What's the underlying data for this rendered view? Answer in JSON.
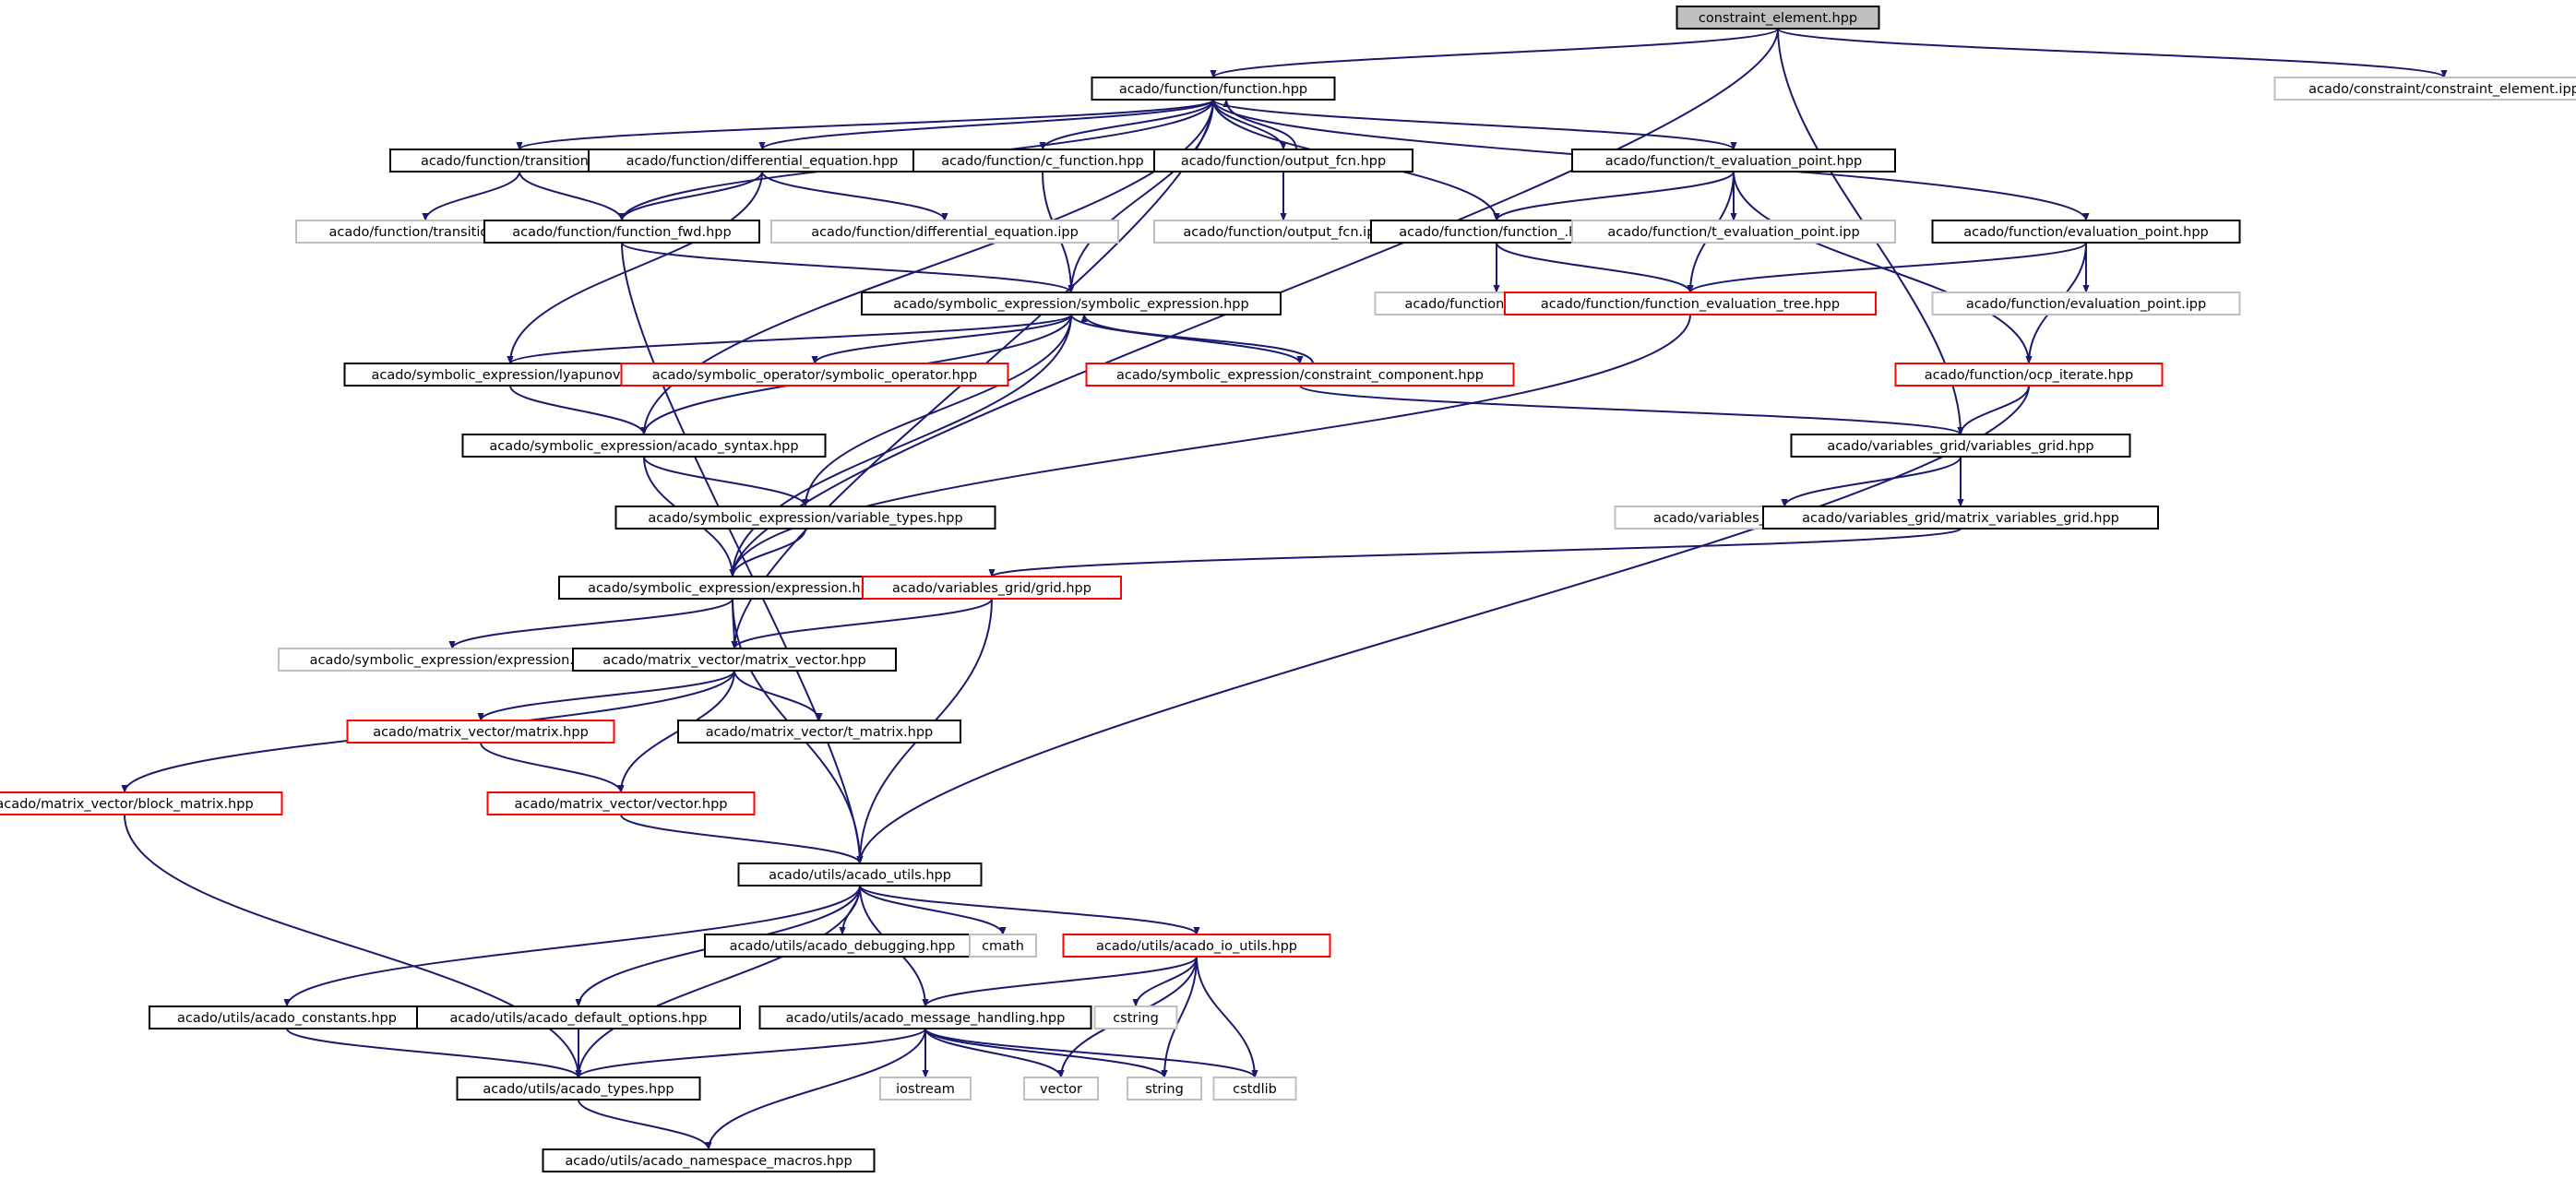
{
  "colors": {
    "edge": "#191970",
    "border_normal": "#000000",
    "border_truncated": "#ff0000",
    "border_external": "#bfbfbf",
    "fill_root": "#bfbfbf",
    "fill_normal": "#ffffff",
    "text": "#000000"
  },
  "nodes": [
    {
      "id": "ce",
      "label": "constraint_element.hpp",
      "kind": "root"
    },
    {
      "id": "fn",
      "label": "acado/function/function.hpp",
      "kind": "normal"
    },
    {
      "id": "ceipp",
      "label": "acado/constraint/constraint_element.ipp",
      "kind": "external"
    },
    {
      "id": "tr",
      "label": "acado/function/transition.hpp",
      "kind": "normal"
    },
    {
      "id": "de",
      "label": "acado/function/differential_equation.hpp",
      "kind": "normal"
    },
    {
      "id": "cf",
      "label": "acado/function/c_function.hpp",
      "kind": "normal"
    },
    {
      "id": "of",
      "label": "acado/function/output_fcn.hpp",
      "kind": "normal"
    },
    {
      "id": "tep",
      "label": "acado/function/t_evaluation_point.hpp",
      "kind": "normal"
    },
    {
      "id": "tripp",
      "label": "acado/function/transition.ipp",
      "kind": "external"
    },
    {
      "id": "ff",
      "label": "acado/function/function_fwd.hpp",
      "kind": "normal"
    },
    {
      "id": "deipp",
      "label": "acado/function/differential_equation.ipp",
      "kind": "external"
    },
    {
      "id": "ofipp",
      "label": "acado/function/output_fcn.ipp",
      "kind": "external"
    },
    {
      "id": "fu",
      "label": "acado/function/function_.hpp",
      "kind": "normal"
    },
    {
      "id": "tepipp",
      "label": "acado/function/t_evaluation_point.ipp",
      "kind": "external"
    },
    {
      "id": "ep",
      "label": "acado/function/evaluation_point.hpp",
      "kind": "normal"
    },
    {
      "id": "se",
      "label": "acado/symbolic_expression/symbolic_expression.hpp",
      "kind": "normal"
    },
    {
      "id": "fnipp",
      "label": "acado/function/function.ipp",
      "kind": "external"
    },
    {
      "id": "fet",
      "label": "acado/function/function_evaluation_tree.hpp",
      "kind": "truncated"
    },
    {
      "id": "epipp",
      "label": "acado/function/evaluation_point.ipp",
      "kind": "external"
    },
    {
      "id": "ly",
      "label": "acado/symbolic_expression/lyapunov.hpp",
      "kind": "normal"
    },
    {
      "id": "so",
      "label": "acado/symbolic_operator/symbolic_operator.hpp",
      "kind": "truncated"
    },
    {
      "id": "cc",
      "label": "acado/symbolic_expression/constraint_component.hpp",
      "kind": "truncated"
    },
    {
      "id": "oi",
      "label": "acado/function/ocp_iterate.hpp",
      "kind": "truncated"
    },
    {
      "id": "as",
      "label": "acado/symbolic_expression/acado_syntax.hpp",
      "kind": "normal"
    },
    {
      "id": "vg",
      "label": "acado/variables_grid/variables_grid.hpp",
      "kind": "normal"
    },
    {
      "id": "vt",
      "label": "acado/symbolic_expression/variable_types.hpp",
      "kind": "normal"
    },
    {
      "id": "vgipp",
      "label": "acado/variables_grid/variables_grid.ipp",
      "kind": "external"
    },
    {
      "id": "mvg",
      "label": "acado/variables_grid/matrix_variables_grid.hpp",
      "kind": "normal"
    },
    {
      "id": "ex",
      "label": "acado/symbolic_expression/expression.hpp",
      "kind": "normal"
    },
    {
      "id": "gr",
      "label": "acado/variables_grid/grid.hpp",
      "kind": "truncated"
    },
    {
      "id": "exipp",
      "label": "acado/symbolic_expression/expression.ipp",
      "kind": "external"
    },
    {
      "id": "mv",
      "label": "acado/matrix_vector/matrix_vector.hpp",
      "kind": "normal"
    },
    {
      "id": "mx",
      "label": "acado/matrix_vector/matrix.hpp",
      "kind": "truncated"
    },
    {
      "id": "tm",
      "label": "acado/matrix_vector/t_matrix.hpp",
      "kind": "normal"
    },
    {
      "id": "bm",
      "label": "acado/matrix_vector/block_matrix.hpp",
      "kind": "truncated"
    },
    {
      "id": "vc",
      "label": "acado/matrix_vector/vector.hpp",
      "kind": "truncated"
    },
    {
      "id": "au",
      "label": "acado/utils/acado_utils.hpp",
      "kind": "normal"
    },
    {
      "id": "ad",
      "label": "acado/utils/acado_debugging.hpp",
      "kind": "normal"
    },
    {
      "id": "cm",
      "label": "cmath",
      "kind": "external"
    },
    {
      "id": "aio",
      "label": "acado/utils/acado_io_utils.hpp",
      "kind": "truncated"
    },
    {
      "id": "ac",
      "label": "acado/utils/acado_constants.hpp",
      "kind": "normal"
    },
    {
      "id": "ado",
      "label": "acado/utils/acado_default_options.hpp",
      "kind": "normal"
    },
    {
      "id": "amh",
      "label": "acado/utils/acado_message_handling.hpp",
      "kind": "normal"
    },
    {
      "id": "cs",
      "label": "cstring",
      "kind": "external"
    },
    {
      "id": "at",
      "label": "acado/utils/acado_types.hpp",
      "kind": "normal"
    },
    {
      "id": "io",
      "label": "iostream",
      "kind": "external"
    },
    {
      "id": "ve",
      "label": "vector",
      "kind": "external"
    },
    {
      "id": "st",
      "label": "string",
      "kind": "external"
    },
    {
      "id": "cl",
      "label": "cstdlib",
      "kind": "external"
    },
    {
      "id": "anm",
      "label": "acado/utils/acado_namespace_macros.hpp",
      "kind": "normal"
    }
  ],
  "edges": [
    [
      "ce",
      "fn"
    ],
    [
      "ce",
      "ceipp"
    ],
    [
      "ce",
      "ex"
    ],
    [
      "ce",
      "vg"
    ],
    [
      "fn",
      "tr"
    ],
    [
      "fn",
      "de"
    ],
    [
      "fn",
      "cf"
    ],
    [
      "fn",
      "of"
    ],
    [
      "fn",
      "tep"
    ],
    [
      "fn",
      "ff"
    ],
    [
      "fn",
      "fu"
    ],
    [
      "fn",
      "ep"
    ],
    [
      "fn",
      "se"
    ],
    [
      "fn",
      "as"
    ],
    [
      "fn",
      "mv"
    ],
    [
      "of",
      "fn"
    ],
    [
      "of",
      "ofipp"
    ],
    [
      "tr",
      "tripp"
    ],
    [
      "tr",
      "ff"
    ],
    [
      "de",
      "ff"
    ],
    [
      "de",
      "deipp"
    ],
    [
      "de",
      "ly"
    ],
    [
      "cf",
      "se"
    ],
    [
      "tep",
      "fu"
    ],
    [
      "tep",
      "tepipp"
    ],
    [
      "tep",
      "fet"
    ],
    [
      "tep",
      "oi"
    ],
    [
      "ff",
      "se"
    ],
    [
      "ff",
      "au"
    ],
    [
      "fu",
      "fnipp"
    ],
    [
      "fu",
      "fet"
    ],
    [
      "ep",
      "epipp"
    ],
    [
      "ep",
      "fet"
    ],
    [
      "ep",
      "oi"
    ],
    [
      "se",
      "ly"
    ],
    [
      "se",
      "so"
    ],
    [
      "se",
      "cc"
    ],
    [
      "se",
      "as"
    ],
    [
      "se",
      "vt"
    ],
    [
      "se",
      "ex"
    ],
    [
      "cc",
      "se"
    ],
    [
      "cc",
      "vg"
    ],
    [
      "fet",
      "ex"
    ],
    [
      "oi",
      "vg"
    ],
    [
      "oi",
      "au"
    ],
    [
      "ly",
      "as"
    ],
    [
      "as",
      "vt"
    ],
    [
      "as",
      "ex"
    ],
    [
      "vt",
      "ex"
    ],
    [
      "vg",
      "vgipp"
    ],
    [
      "vg",
      "mvg"
    ],
    [
      "mvg",
      "gr"
    ],
    [
      "ex",
      "exipp"
    ],
    [
      "ex",
      "mv"
    ],
    [
      "ex",
      "au"
    ],
    [
      "gr",
      "mv"
    ],
    [
      "gr",
      "au"
    ],
    [
      "mv",
      "mx"
    ],
    [
      "mv",
      "tm"
    ],
    [
      "mv",
      "bm"
    ],
    [
      "mv",
      "vc"
    ],
    [
      "mx",
      "vc"
    ],
    [
      "vc",
      "au"
    ],
    [
      "bm",
      "at"
    ],
    [
      "au",
      "ad"
    ],
    [
      "au",
      "cm"
    ],
    [
      "au",
      "aio"
    ],
    [
      "au",
      "ac"
    ],
    [
      "au",
      "ado"
    ],
    [
      "au",
      "amh"
    ],
    [
      "au",
      "at"
    ],
    [
      "aio",
      "amh"
    ],
    [
      "aio",
      "cs"
    ],
    [
      "aio",
      "ve"
    ],
    [
      "aio",
      "st"
    ],
    [
      "aio",
      "cl"
    ],
    [
      "ac",
      "at"
    ],
    [
      "ado",
      "at"
    ],
    [
      "amh",
      "at"
    ],
    [
      "amh",
      "io"
    ],
    [
      "amh",
      "ve"
    ],
    [
      "amh",
      "st"
    ],
    [
      "amh",
      "cl"
    ],
    [
      "amh",
      "anm"
    ],
    [
      "at",
      "anm"
    ]
  ]
}
